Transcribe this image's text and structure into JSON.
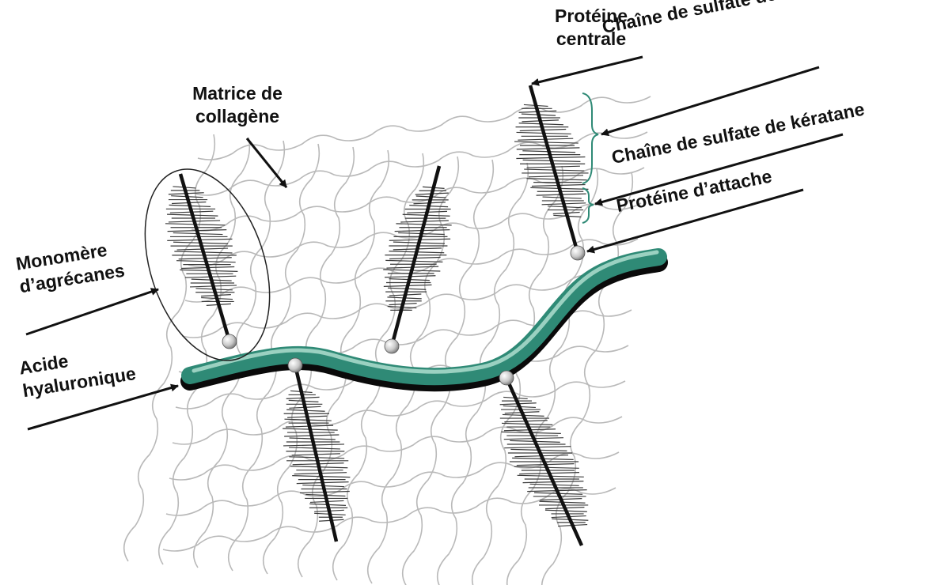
{
  "labels": {
    "proteine_centrale": [
      "Protéine",
      "centrale"
    ],
    "chondroitine": "Chaîne de sulfate de chondroïtine",
    "keratane": "Chaîne de sulfate de kératane",
    "attache": "Protéine d’attache",
    "collagene": [
      "Matrice de",
      "collagène"
    ],
    "monomere": [
      "Monomère",
      "d’agrécanes"
    ],
    "acide": [
      "Acide",
      "hyaluronique"
    ]
  },
  "colors": {
    "hyaluronic_fill": "#2f8a76",
    "hyaluronic_shadow": "#0a0a0a",
    "hyaluronic_highlight": "#9fd3c5",
    "collagen": "#b9b9b9",
    "core_protein": "#111111",
    "gag_chains": "#3a3a3a",
    "bracket": "#2f8a76"
  }
}
